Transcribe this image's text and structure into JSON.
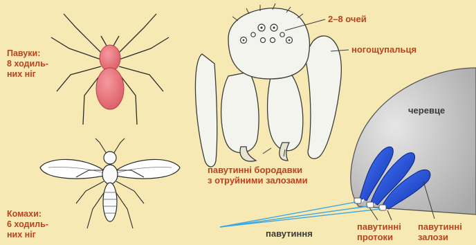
{
  "labels": {
    "spiders": [
      "Павуки:",
      "8 ходиль-",
      "них ніг"
    ],
    "insects": [
      "Комахи:",
      "6 ходиль-",
      "них ніг"
    ],
    "eyes": "2–8 очей",
    "pedipalps": "ногощупальця",
    "abdomen": "черевце",
    "spinnerets": [
      "павутинні бородавки",
      "з отруйними залозами"
    ],
    "web": "павутиння",
    "spinning_ducts": [
      "павутинні",
      "протоки"
    ],
    "silk_glands": [
      "павутинні",
      "залози"
    ]
  },
  "colors": {
    "background": "#f6e9b4",
    "label_accent": "#b8431e",
    "spider_body": "#e9717b",
    "chelicerae": "#f4f4ee",
    "abdomen": "#c9c9c9",
    "glands": "#1f4fd6",
    "web_lines": "#3ea6e0"
  },
  "icons": [
    "spider-icon",
    "fly-icon"
  ]
}
